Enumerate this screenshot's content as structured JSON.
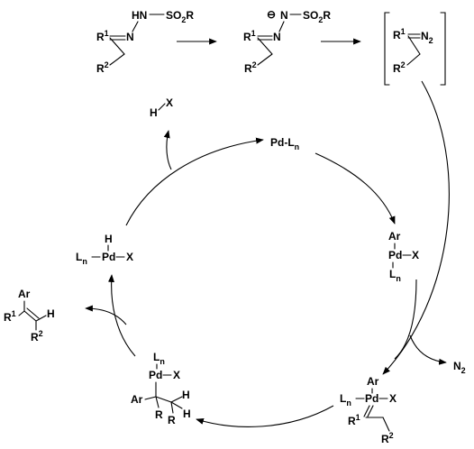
{
  "scheme": {
    "hydrazone": {
      "nh": "HN",
      "so2r": "SO",
      "so2r_sub": "2",
      "so2r_tail": "R",
      "r1": "R",
      "r1_sup": "1",
      "r2": "R",
      "r2_sup": "2",
      "n": "N"
    },
    "anion": {
      "charge": "⊖",
      "n_top": "N",
      "so2r": "SO",
      "so2r_sub": "2",
      "so2r_tail": "R",
      "r1": "R",
      "r1_sup": "1",
      "r2": "R",
      "r2_sup": "2",
      "n": "N"
    },
    "diazo": {
      "r1": "R",
      "r1_sup": "1",
      "n2": "N",
      "n2_sub": "2",
      "r2": "R",
      "r2_sup": "2"
    },
    "hx": {
      "h": "H",
      "x": "X"
    },
    "pd_catalyst": {
      "pd": "Pd-L",
      "sub": "n"
    },
    "oxidative_addition": {
      "ar": "Ar",
      "pd": "Pd",
      "x": "X",
      "l": "L",
      "l_sub": "n"
    },
    "carbene_complex": {
      "ar": "Ar",
      "l": "L",
      "l_sub": "n",
      "pd": "Pd",
      "x": "X",
      "r1": "R",
      "r1_sup": "1",
      "r2": "R",
      "r2_sup": "2"
    },
    "n2_release": {
      "n": "N",
      "sub": "2"
    },
    "migratory_insertion": {
      "l": "L",
      "l_sub": "n",
      "pd": "Pd",
      "x": "X",
      "ar": "Ar",
      "r_a": "R",
      "r_b": "R",
      "h_a": "H",
      "h_b": "H"
    },
    "pd_hydride": {
      "h": "H",
      "l": "L",
      "l_sub": "n",
      "pd": "Pd",
      "x": "X"
    },
    "alkene_product": {
      "ar": "Ar",
      "r1": "R",
      "r1_sup": "1",
      "h": "H",
      "r2": "R",
      "r2_sup": "2"
    }
  }
}
